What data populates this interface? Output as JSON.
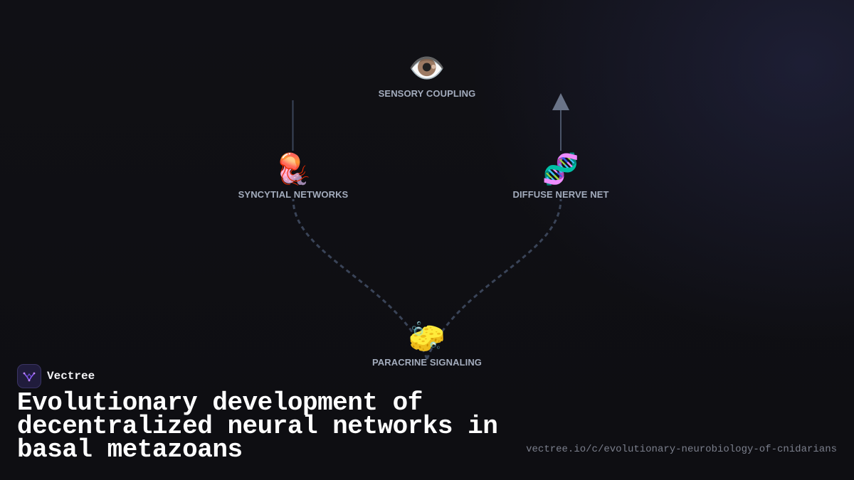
{
  "diagram": {
    "nodes": [
      {
        "id": "sensory",
        "label": "SENSORY COUPLING",
        "icon": "eye-icon",
        "glyph": "👁️"
      },
      {
        "id": "syncytial",
        "label": "SYNCYTIAL NETWORKS",
        "icon": "jellyfish-icon",
        "glyph": "🪼"
      },
      {
        "id": "diffuse",
        "label": "DIFFUSE NERVE NET",
        "icon": "hydra-polyp-icon",
        "glyph": "🧬"
      },
      {
        "id": "paracrine",
        "label": "PARACRINE SIGNALING",
        "icon": "sponge-icon",
        "glyph": "🧽"
      }
    ],
    "edges": [
      {
        "from": "paracrine",
        "to": "syncytial",
        "style": "dashed"
      },
      {
        "from": "paracrine",
        "to": "diffuse",
        "style": "dashed"
      },
      {
        "from": "syncytial",
        "to": "sensory",
        "style": "solid"
      },
      {
        "from": "diffuse",
        "to": "sensory",
        "style": "solid-arrow"
      }
    ],
    "colors": {
      "edge": "#3a4458",
      "arrow": "#6a7488",
      "label": "#a3acbd"
    }
  },
  "brand": {
    "name": "Vectree",
    "logo_color": "#8b5cf6"
  },
  "title": "Evolutionary development of decentralized neural networks in basal metazoans",
  "url": "vectree.io/c/evolutionary-neurobiology-of-cnidarians"
}
